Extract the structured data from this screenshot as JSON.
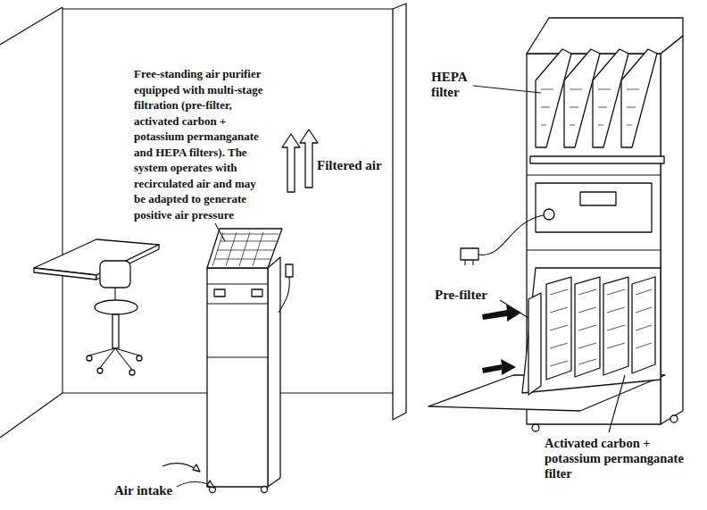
{
  "diagram": {
    "labels": [
      "Free-standing air purifier equipped with multi-stage filtration (pre-filter, activated carbon + potassium permanganate and HEPA filters). The system operates with recirculated air and may be adapted to generate positive air pressure",
      "Filtered air",
      "Air intake",
      "HEPA filter",
      "Pre-filter",
      "Activated carbon + potassium permanganate filter"
    ]
  }
}
